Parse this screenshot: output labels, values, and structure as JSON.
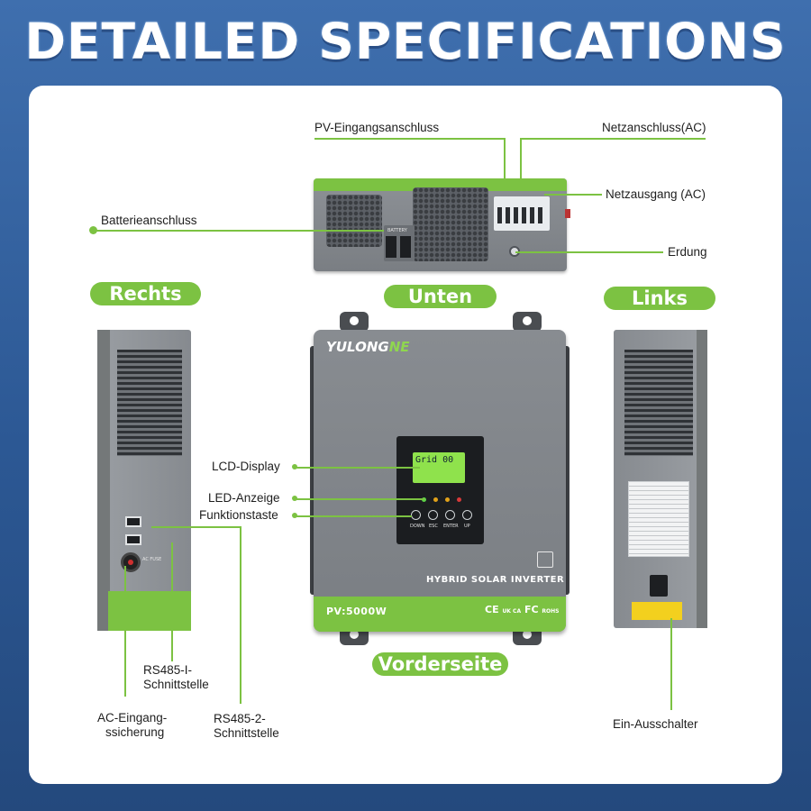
{
  "title": "DETAILED SPECIFICATIONS",
  "sections": {
    "rechts": "Rechts",
    "unten": "Unten",
    "links": "Links",
    "vorderseite": "Vorderseite"
  },
  "bottom_labels": {
    "pv_input": "PV-Eingangsanschluss",
    "grid_input": "Netzanschluss(AC)",
    "grid_output": "Netzausgang (AC)",
    "battery": "Batterieanschluss",
    "ground": "Erdung"
  },
  "front_labels": {
    "lcd": "LCD-Display",
    "led": "LED-Anzeige",
    "function_keys": "Funktionstaste"
  },
  "right_labels": {
    "rs485_1_line1": "RS485-I-",
    "rs485_1_line2": "Schnittstelle",
    "ac_fuse_line1": "AC-Eingang-",
    "ac_fuse_line2": "ssicherung",
    "rs485_2_line1": "RS485-2-",
    "rs485_2_line2": "Schnittstelle"
  },
  "left_labels": {
    "switch": "Ein-Ausschalter"
  },
  "device": {
    "brand_main": "YULONG",
    "brand_accent": "NE",
    "product": "HYBRID SOLAR INVERTER",
    "rating": "PV:5000W",
    "buttons": [
      "DOWN",
      "ESC",
      "ENTER",
      "UP"
    ],
    "lcd_text": "Grid 00",
    "cert_marks": [
      "CE",
      "UK CA",
      "FC",
      "ROHS"
    ],
    "battery_tag": "BATTERY",
    "ac_fuse_tag": "AC FUSE"
  },
  "colors": {
    "accent_green": "#7cc242",
    "background_blue": "#2c5894",
    "device_grey": "#7f8388"
  }
}
